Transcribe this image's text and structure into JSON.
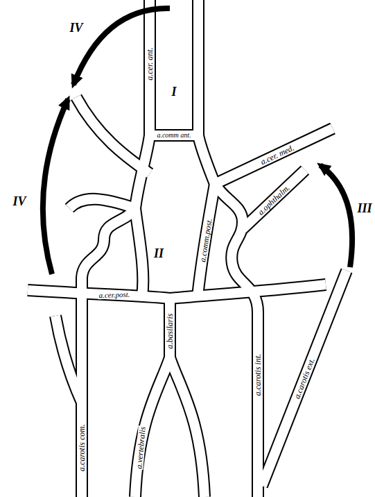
{
  "diagram": {
    "labels": [
      "I",
      "II",
      "III",
      "IV",
      "IV",
      "a.cer. ant.",
      "a.comm ant.",
      "a.cer. med.",
      "a.ophthalm.",
      "a.comm.post.",
      "a.cer.post.",
      "a.basilaris",
      "a.carotis int.",
      "a.carotis ext.",
      "a.carotis com.",
      "a.vertebralis"
    ]
  }
}
